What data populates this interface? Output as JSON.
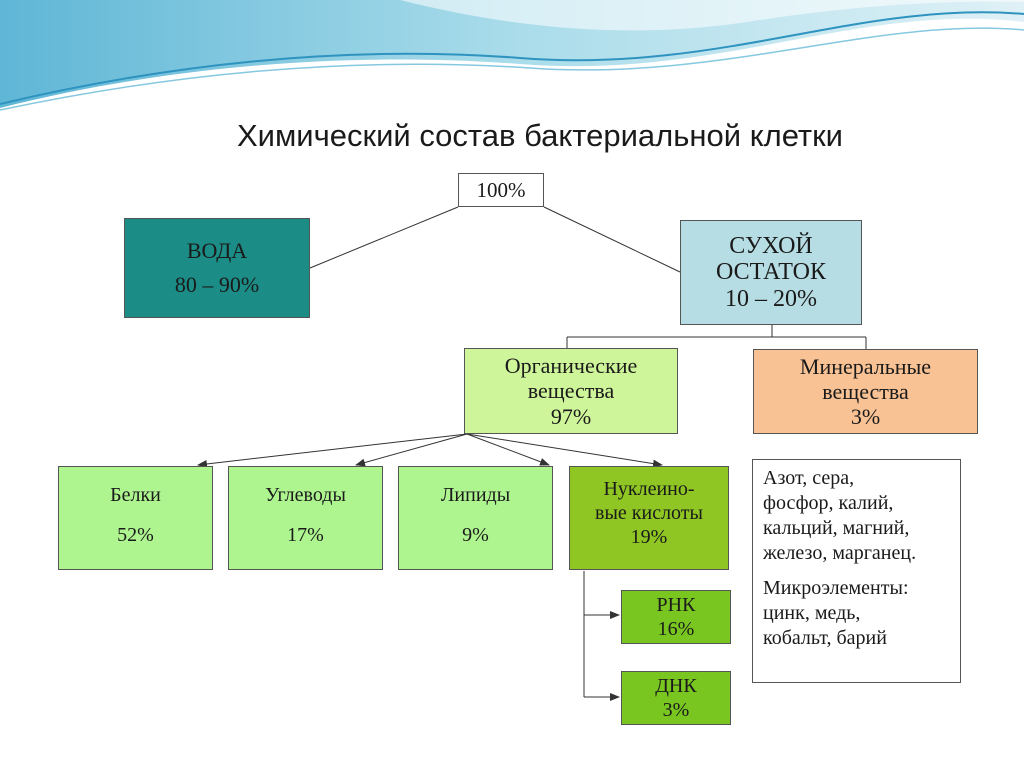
{
  "title": "Химический состав бактериальной клетки",
  "colors": {
    "water": "#1b8c86",
    "dry": "#b6dde3",
    "organic": "#cff59a",
    "mineral": "#f8c295",
    "component": "#aef590",
    "nucleic": "#8fc623",
    "rna_dna": "#79c621"
  },
  "nodes": {
    "total": {
      "lines": [
        "100%"
      ]
    },
    "water": {
      "lines": [
        "ВОДА",
        "80 – 90%"
      ]
    },
    "dry": {
      "lines": [
        "СУХОЙ",
        "ОСТАТОК",
        "10 – 20%"
      ]
    },
    "organic": {
      "lines": [
        "Органические",
        "вещества",
        "97%"
      ]
    },
    "mineral": {
      "lines": [
        "Минеральные",
        "вещества",
        "3%"
      ]
    },
    "proteins": {
      "lines": [
        "Белки",
        "52%"
      ]
    },
    "carbs": {
      "lines": [
        "Углеводы",
        "17%"
      ]
    },
    "lipids": {
      "lines": [
        "Липиды",
        "9%"
      ]
    },
    "nucleic": {
      "lines": [
        "Нуклеино-",
        "вые кислоты",
        "19%"
      ]
    },
    "rna": {
      "lines": [
        "РНК",
        "16%"
      ]
    },
    "dna": {
      "lines": [
        "ДНК",
        "3%"
      ]
    }
  },
  "mineral_list": {
    "macro": [
      "Азот, сера,",
      "фосфор, калий,",
      "кальций, магний,",
      "железо, марганец."
    ],
    "micro": [
      "Микроэлементы:",
      "цинк, медь,",
      "кобальт, барий"
    ]
  }
}
